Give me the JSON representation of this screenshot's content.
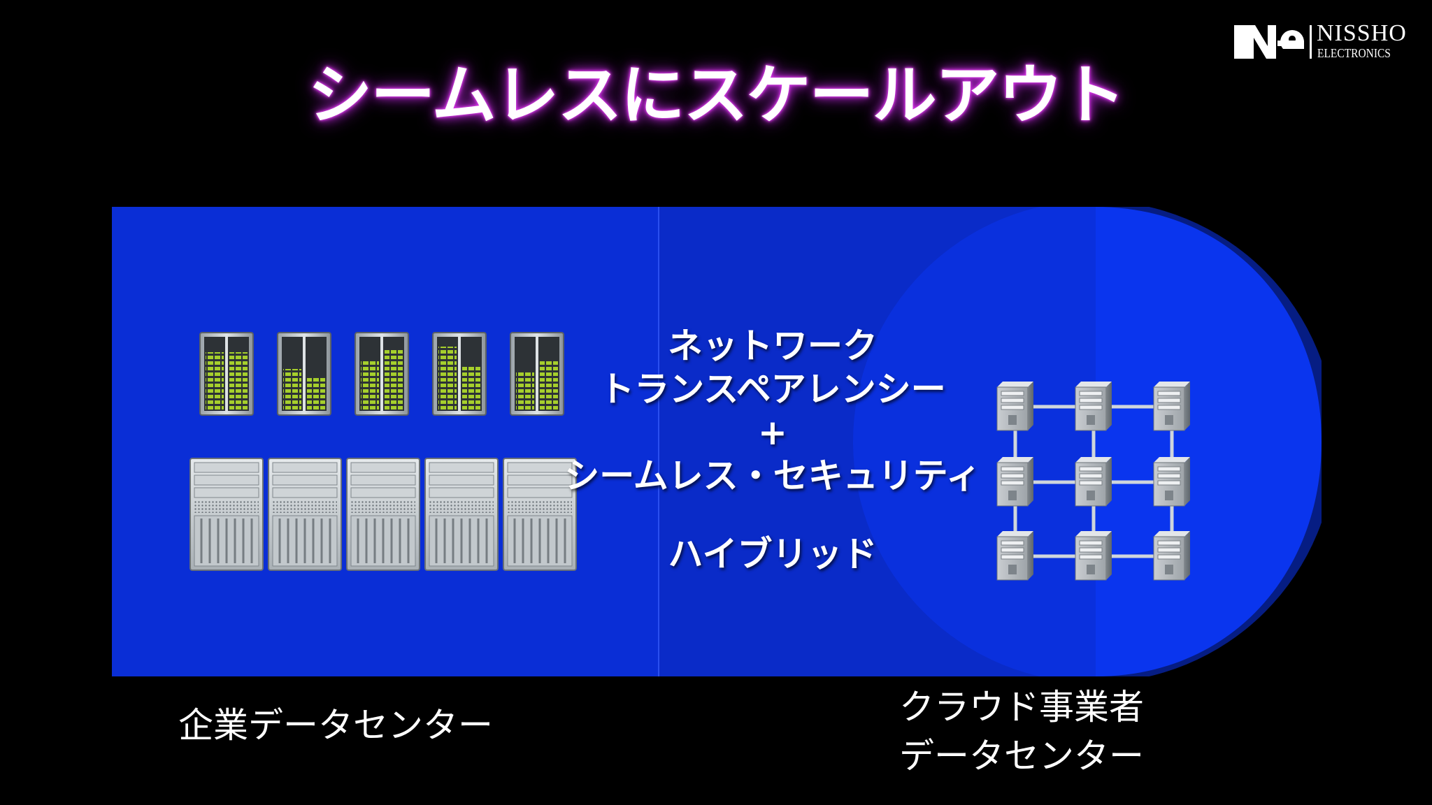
{
  "title": "シームレスにスケールアウト",
  "logo": {
    "name": "NISSHO",
    "sub": "ELECTRONICS",
    "mark_letters": "NE"
  },
  "center": {
    "line1": "ネットワーク",
    "line2": "トランスペアレンシー",
    "plus": "+",
    "line3": "シームレス・セキュリティ",
    "line4": "ハイブリッド"
  },
  "labels": {
    "enterprise": "企業データセンター",
    "cloud_line1": "クラウド事業者",
    "cloud_line2": "データセンター"
  },
  "colors": {
    "background": "#000000",
    "panel_blue": "#0a2ed6",
    "circle_blue": "#0b35ee",
    "title_glow": "#c02ad8",
    "rack_led": "#9ccc2a"
  },
  "icons": {
    "tower_servers": 5,
    "blade_servers": 5,
    "cloud_nodes": 9
  }
}
